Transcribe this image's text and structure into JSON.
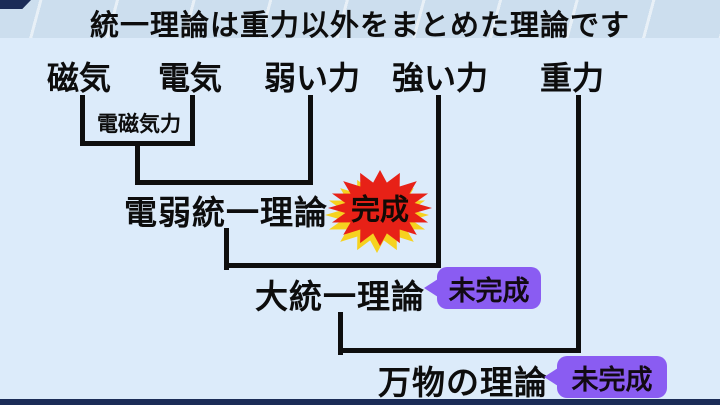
{
  "title": "統一理論は重力以外をまとめた理論です",
  "forces": {
    "magnetism": "磁気",
    "electricity": "電気",
    "weak": "弱い力",
    "strong": "強い力",
    "gravity": "重力"
  },
  "nodes": {
    "electromagnetic": "電磁気力",
    "electroweak": "電弱統一理論",
    "grand_unified": "大統一理論",
    "theory_of_everything": "万物の理論"
  },
  "badges": {
    "electroweak_status": "完成",
    "grand_unified_status": "未完成",
    "theory_of_everything_status": "未完成"
  },
  "colors": {
    "background": "#dcebfa",
    "title_band": "#ccdeee",
    "frame_navy": "#1b2c57",
    "line_black": "#0e0e0e",
    "badge_purple": "#8a5cf2",
    "burst_red": "#e72117",
    "burst_yellow": "#f6d21f",
    "text_black": "#0d0d0d"
  }
}
